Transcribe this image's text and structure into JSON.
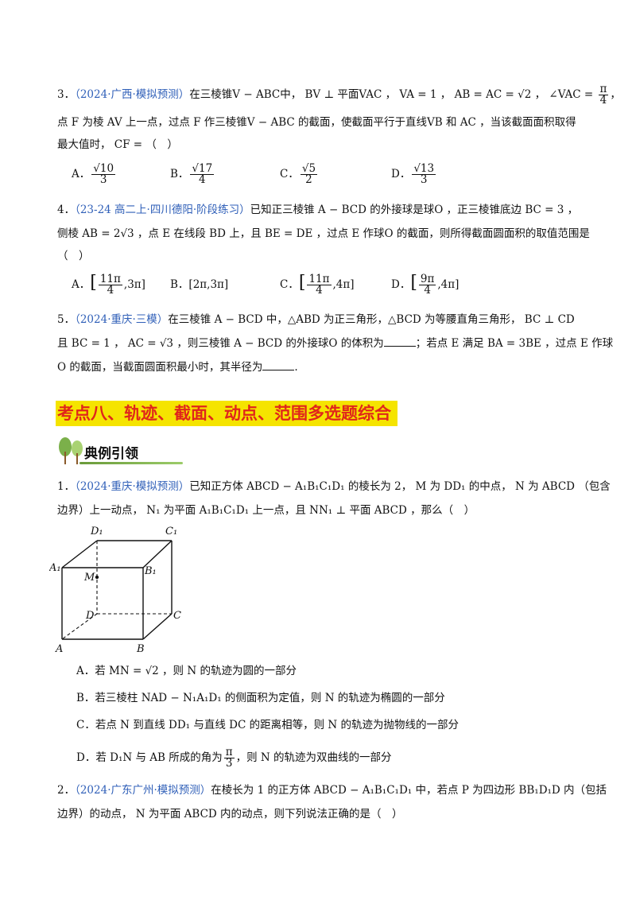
{
  "q3": {
    "line1_pre": "3．",
    "source": "（2024·广西·模拟预测）",
    "line1": "在三棱锥V − ABC中， BV ⊥ 平面VAC ， VA = 1 ， AB = AC = √2 ， ∠VAC = ",
    "angle_num": "π",
    "angle_den": "4",
    "line1_end": "，",
    "line2": "点 F 为棱 AV 上一点，过点 F 作三棱锥V − ABC 的截面，使截面平行于直线VB 和 AC ，当该截面面积取得",
    "line3": "最大值时， CF = （　）",
    "options": [
      {
        "label": "A．",
        "num": "√10",
        "den": "3"
      },
      {
        "label": "B．",
        "num": "√17",
        "den": "4"
      },
      {
        "label": "C．",
        "num": "√5",
        "den": "2"
      },
      {
        "label": "D．",
        "num": "√13",
        "den": "3"
      }
    ]
  },
  "q4": {
    "line1_pre": "4．",
    "source": "（23-24 高二上·四川德阳·阶段练习）",
    "line1": "已知正三棱锥 A − BCD 的外接球是球O ，正三棱锥底边 BC = 3 ，",
    "line2": "侧棱 AB = 2√3 ，点 E 在线段 BD 上，且 BE = DE ，过点 E 作球O 的截面，则所得截面圆面积的取值范围是",
    "line3": "（　）",
    "options": [
      {
        "label": "A．",
        "text_l": "[",
        "num": "11π",
        "den": "4",
        "text_r": ",3π]"
      },
      {
        "label": "B．",
        "text": "[2π,3π]"
      },
      {
        "label": "C．",
        "text_l": "[",
        "num": "11π",
        "den": "4",
        "text_r": ",4π]"
      },
      {
        "label": "D．",
        "text_l": "[",
        "num": "9π",
        "den": "4",
        "text_r": ",4π]"
      }
    ]
  },
  "q5": {
    "line1_pre": "5．",
    "source": "（2024·重庆·三模）",
    "line1": "在三棱锥 A − BCD 中，△ABD 为正三角形，△BCD 为等腰直角三角形， BC ⊥ CD",
    "line2a": "且 BC = 1 ， AC = √3 ，则三棱锥 A − BCD 的外接球O 的体积为",
    "line2b": "；若点 E 满足 BA = 3BE ，过点 E 作球",
    "line3a": "O 的截面，当截面圆面积最小时，其半径为",
    "line3b": "."
  },
  "section": {
    "title": "考点八、轨迹、截面、动点、范围多选题综合",
    "example_label": "典例引领"
  },
  "e1": {
    "line1_pre": "1．",
    "source": "（2024·重庆·模拟预测）",
    "line1": "已知正方体 ABCD − A₁B₁C₁D₁ 的棱长为 2， M 为 DD₁ 的中点， N 为 ABCD （包含",
    "line2": "边界）上一动点， N₁ 为平面 A₁B₁C₁D₁ 上一点，且 NN₁ ⊥ 平面 ABCD ，那么（　）",
    "figure_labels": {
      "D1": "D₁",
      "C1": "C₁",
      "A1": "A₁",
      "B1": "B₁",
      "M": "M",
      "D": "D",
      "C": "C",
      "A": "A",
      "B": "B"
    },
    "options": [
      "A．若 MN = √2 ，则 N 的轨迹为圆的一部分",
      "B．若三棱柱 NAD − N₁A₁D₁ 的侧面积为定值，则 N 的轨迹为椭圆的一部分",
      "C．若点 N 到直线 DD₁ 与直线 DC 的距离相等，则 N 的轨迹为抛物线的一部分"
    ],
    "option_d_pre": "D．若 D₁N 与 AB 所成的角为",
    "option_d_num": "π",
    "option_d_den": "3",
    "option_d_post": "，则 N 的轨迹为双曲线的一部分"
  },
  "e2": {
    "line1_pre": "2．",
    "source": "（2024·广东广州·模拟预测）",
    "line1": "在棱长为 1 的正方体 ABCD − A₁B₁C₁D₁ 中，若点 P 为四边形 BB₁D₁D 内（包括",
    "line2": "边界）的动点， N 为平面 ABCD 内的动点，则下列说法正确的是（　）"
  }
}
